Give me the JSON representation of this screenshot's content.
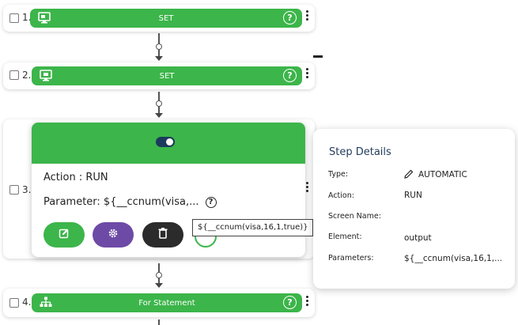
{
  "steps": [
    {
      "number": "1.",
      "label": "SET"
    },
    {
      "number": "2.",
      "label": "SET"
    },
    {
      "number": "3.",
      "action_line": "Action : RUN",
      "parameter_line": "Parameter: ${__ccnum(visa,...",
      "tooltip": "${__ccnum(visa,16,1,true)}",
      "toggle_on": true
    },
    {
      "number": "4.",
      "label": "For Statement"
    }
  ],
  "details": {
    "title": "Step Details",
    "type_label": "Type:",
    "type_value": "AUTOMATIC",
    "action_label": "Action:",
    "action_value": "RUN",
    "screen_label": "Screen Name:",
    "screen_value": "",
    "element_label": "Element:",
    "element_value": "output",
    "params_label": "Parameters:",
    "params_value": "${__ccnum(visa,16,1,..."
  },
  "icons": {
    "step1": "monitor-icon",
    "step2": "monitor-icon",
    "step4": "sitemap-icon",
    "help": "help-circle-icon",
    "edit": "edit-icon",
    "settings": "gear-icon",
    "delete": "trash-icon",
    "type": "pencil-icon"
  },
  "colors": {
    "green": "#3cb54a",
    "purple": "#6d4aa6",
    "dark": "#2b2b2b",
    "navy": "#1b3a5c"
  }
}
